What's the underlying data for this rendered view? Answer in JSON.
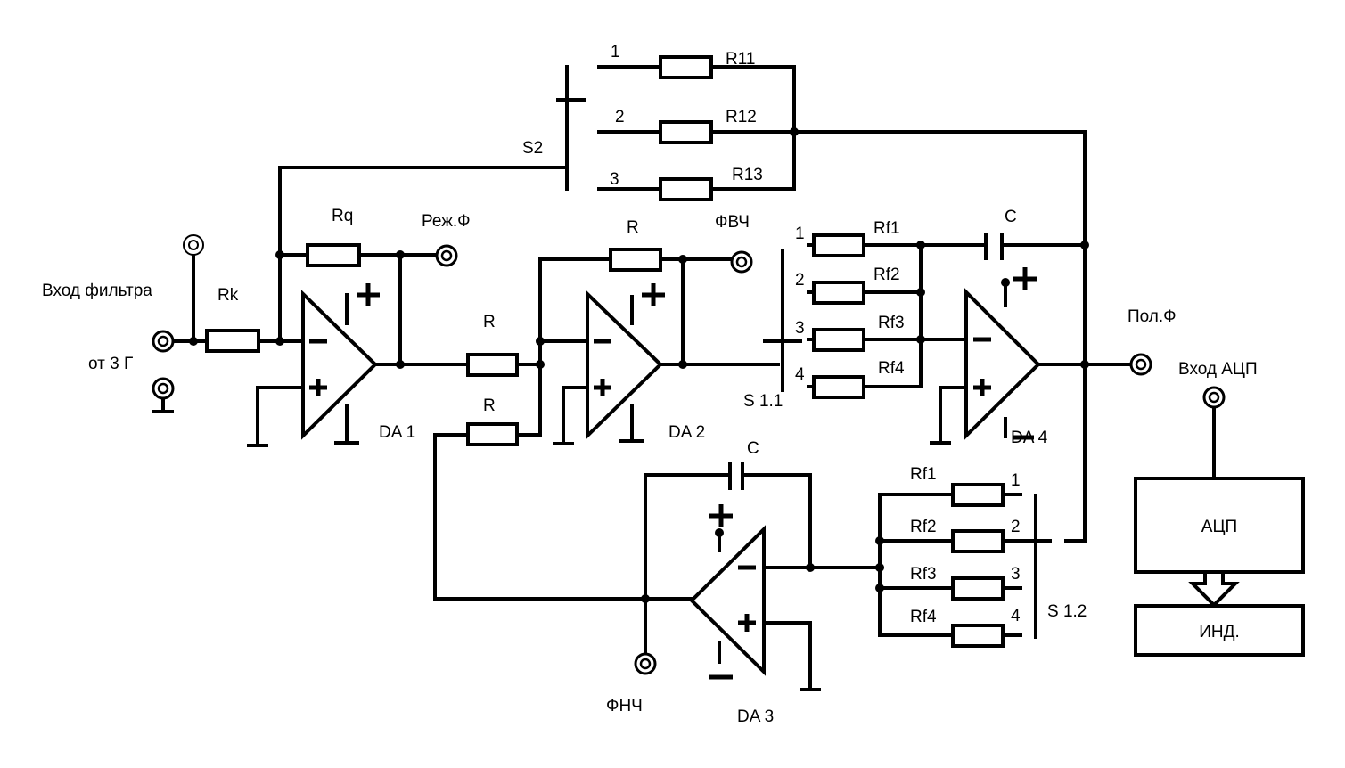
{
  "labels": {
    "filter_input": "Вход фильтра",
    "from_generator": "от 3 Г",
    "rk": "Rk",
    "rq": "Rq",
    "notch_output": "Реж.Ф",
    "r_a": "R",
    "r_b": "R",
    "r_c": "R",
    "hpf_output": "ФВЧ",
    "lpf_output": "ФНЧ",
    "bandpass_output": "Пол.Ф",
    "adc_input": "Вход АЦП",
    "s2": "S2",
    "s11": "S 1.1",
    "s12": "S 1.2",
    "c_top": "C",
    "c_bottom": "C",
    "da1": "DA 1",
    "da2": "DA 2",
    "da3": "DA 3",
    "da4": "DA 4",
    "r11": "R11",
    "r12": "R12",
    "r13": "R13",
    "s2_pos1": "1",
    "s2_pos2": "2",
    "s2_pos3": "3",
    "rf1_top": "Rf1",
    "rf2_top": "Rf2",
    "rf3_top": "Rf3",
    "rf4_top": "Rf4",
    "rf1_bot": "Rf1",
    "rf2_bot": "Rf2",
    "rf3_bot": "Rf3",
    "rf4_bot": "Rf4",
    "s11_pos1": "1",
    "s11_pos2": "2",
    "s11_pos3": "3",
    "s11_pos4": "4",
    "s12_pos1": "1",
    "s12_pos2": "2",
    "s12_pos3": "3",
    "s12_pos4": "4"
  },
  "blocks": {
    "adc": "АЦП",
    "indicator": "ИНД."
  },
  "colors": {
    "line": "#000000",
    "background": "#ffffff"
  }
}
